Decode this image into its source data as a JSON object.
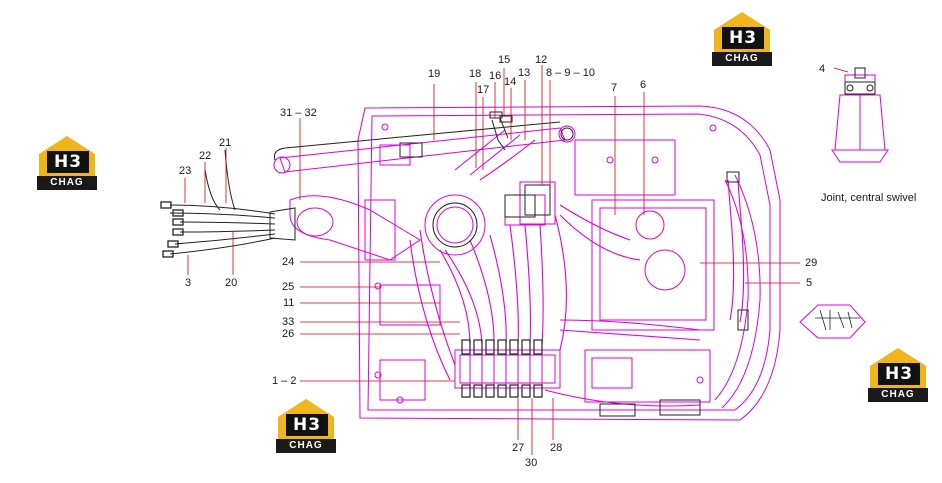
{
  "labels": {
    "l15": "15",
    "l12": "12",
    "l19": "19",
    "l18": "18",
    "l16": "16",
    "l13": "13",
    "l8910": "8 – 9 – 10",
    "l17": "17",
    "l14": "14",
    "l7": "7",
    "l6": "6",
    "l3132": "31 – 32",
    "l4": "4",
    "l21": "21",
    "l22": "22",
    "l23": "23",
    "l24": "24",
    "l29": "29",
    "l3": "3",
    "l20": "20",
    "l5": "5",
    "l25": "25",
    "l11": "11",
    "l33": "33",
    "l26": "26",
    "l12b": "1 – 2",
    "l27": "27",
    "l28": "28",
    "l30": "30"
  },
  "caption": "Joint, central swivel",
  "logo": {
    "mark": "H3",
    "brand": "CHAG"
  },
  "colors": {
    "drawing": "#e000e0",
    "leader": "#e00000",
    "logo_gold": "#f0b41c",
    "logo_dark": "#1a1a1a"
  }
}
